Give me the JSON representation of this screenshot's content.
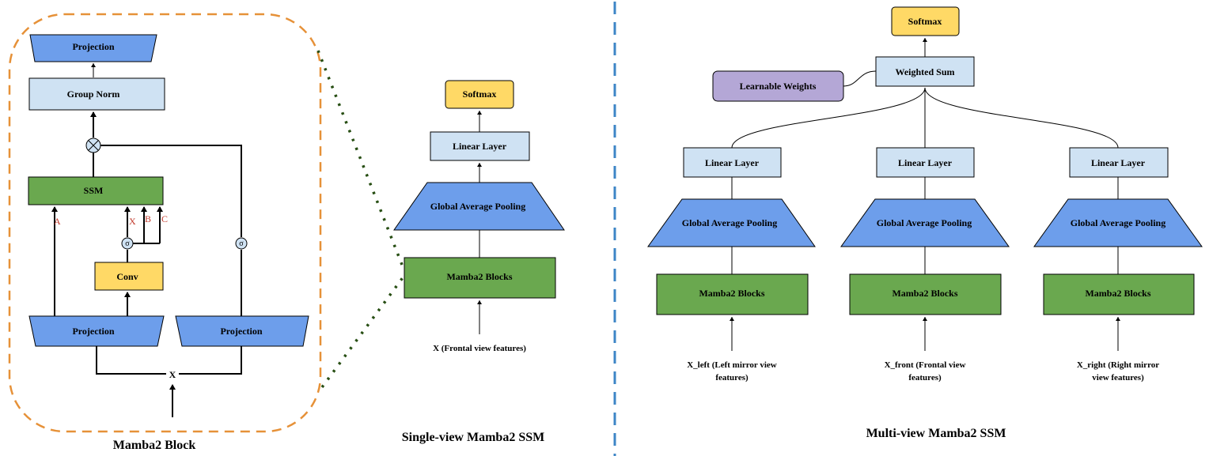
{
  "mamba_block": {
    "title": "Mamba2 Block",
    "projection_top": "Projection",
    "group_norm": "Group Norm",
    "ssm": "SSM",
    "conv": "Conv",
    "projection_left": "Projection",
    "projection_right": "Projection",
    "input": "X",
    "label_a": "A",
    "label_x": "X",
    "label_b": "B",
    "label_c": "C",
    "sigma": "σ"
  },
  "single_view": {
    "title": "Single-view Mamba2 SSM",
    "softmax": "Softmax",
    "linear": "Linear Layer",
    "gap": "Global Average Pooling",
    "blocks": "Mamba2 Blocks",
    "input": "X (Frontal view features)"
  },
  "multi_view": {
    "title": "Multi-view Mamba2 SSM",
    "softmax": "Softmax",
    "weighted_sum": "Weighted Sum",
    "learnable": "Learnable Weights",
    "branches": [
      {
        "linear": "Linear Layer",
        "gap": "Global Average Pooling",
        "blocks": "Mamba2 Blocks",
        "input_line1": "X_left (Left mirror view",
        "input_line2": "features)"
      },
      {
        "linear": "Linear Layer",
        "gap": "Global Average Pooling",
        "blocks": "Mamba2 Blocks",
        "input_line1": "X_front (Frontal view",
        "input_line2": "features)"
      },
      {
        "linear": "Linear Layer",
        "gap": "Global Average Pooling",
        "blocks": "Mamba2 Blocks",
        "input_line1": "X_right (Right mirror",
        "input_line2": "view features)"
      }
    ]
  },
  "colors": {
    "blue": "#6d9eeb",
    "light_blue": "#cfe2f3",
    "green": "#6aa84f",
    "yellow": "#ffd966",
    "purple": "#b4a7d6",
    "orange_dash": "#e69138",
    "blue_divider": "#3d85c6",
    "dotted_green": "#274e13"
  }
}
